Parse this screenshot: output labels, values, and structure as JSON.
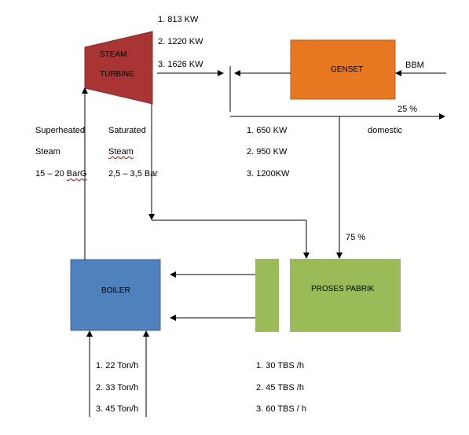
{
  "turbine": {
    "label_line1": "STEAM",
    "label_line2": "TURBINE",
    "color": "#a83434",
    "outputs": [
      "1.    813 KW",
      "2.  1220 KW",
      "3.  1626 KW"
    ]
  },
  "genset": {
    "label": "GENSET",
    "color": "#e87722",
    "fuel_label": "BBM",
    "outputs": [
      "1.  650 KW",
      "2.  950 KW",
      "3.  1200KW"
    ]
  },
  "split": {
    "domestic_percent": "25 %",
    "domestic_label": "domestic",
    "factory_percent": "75 %"
  },
  "steam": {
    "superheated_line1": "Superheated",
    "superheated_line2": "Steam",
    "superheated_pressure_value": "15 – 20 ",
    "superheated_pressure_unit": "BarG",
    "saturated_line1": "Saturated",
    "saturated_line2": "Steam",
    "saturated_pressure": "2,5 – 3,5 Bar"
  },
  "boiler": {
    "label": "BOILER",
    "color": "#4f81bd",
    "inputs": [
      "1. 22 Ton/h",
      "2. 33 Ton/h",
      "3. 45 Ton/h"
    ]
  },
  "factory": {
    "label": "PROSES PABRIK",
    "color": "#9bbb59",
    "inputs": [
      "1. 30 TBS /h",
      "2.  45 TBS /h",
      "3. 60 TBS / h"
    ]
  }
}
